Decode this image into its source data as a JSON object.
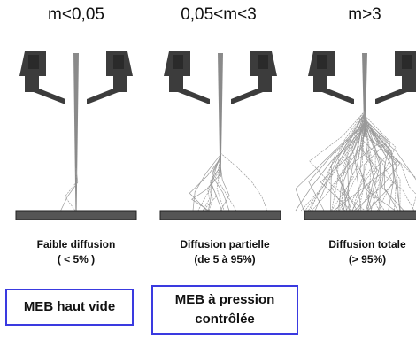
{
  "panels": [
    {
      "header": "m<0,05",
      "caption_line1": "Faible diffusion",
      "caption_line2": "( < 5% )",
      "scatter": "low"
    },
    {
      "header": "0,05<m<3",
      "caption_line1": "Diffusion partielle",
      "caption_line2": "(de 5 à 95%)",
      "scatter": "partial"
    },
    {
      "header": "m>3",
      "caption_line1": "Diffusion totale",
      "caption_line2": "(> 95%)",
      "scatter": "total"
    }
  ],
  "boxes": {
    "high_vacuum": "MEB haut vide",
    "controlled_pressure_line1": "MEB à pression",
    "controlled_pressure_line2": "contrôlée"
  },
  "colors": {
    "box_border": "#3a3ae0",
    "pole_piece": "#3c3c3c",
    "sample": "#555555",
    "trajectory": "#9a9a9a"
  }
}
